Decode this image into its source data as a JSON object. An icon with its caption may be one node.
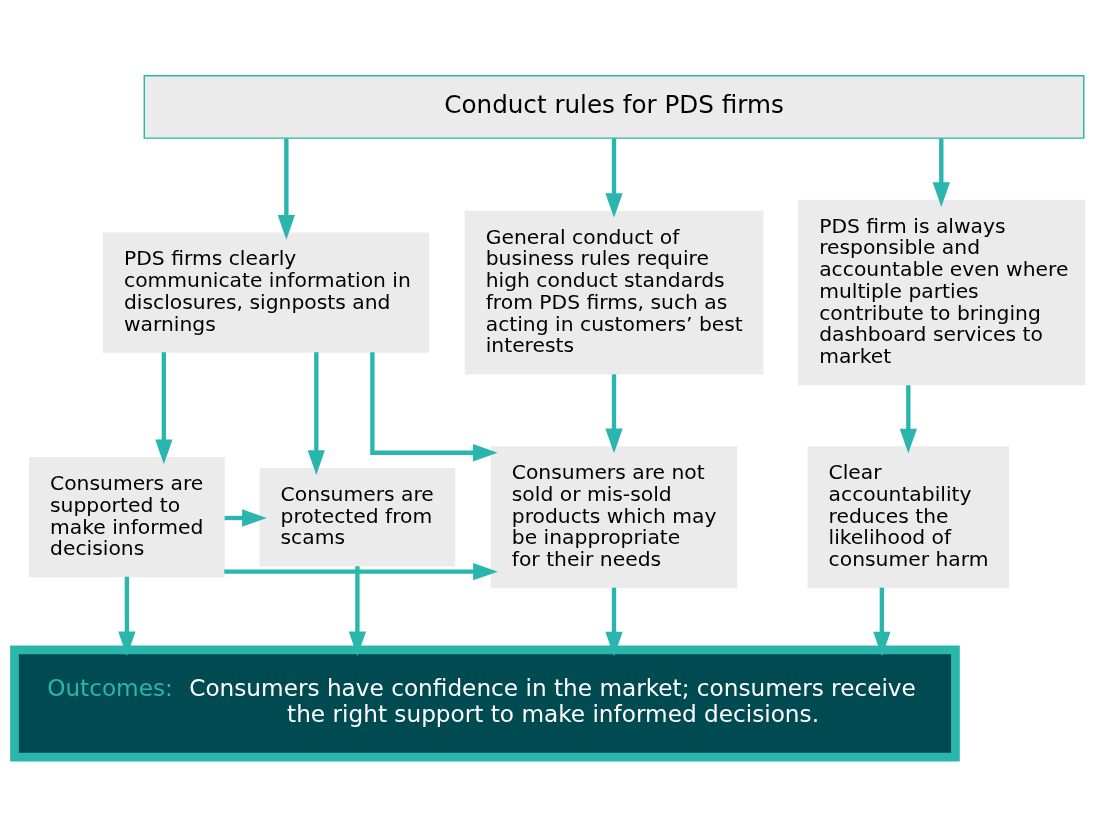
{
  "diagram": {
    "nodes": [
      {
        "text": [
          "Conduct rules for PDS firms"
        ]
      },
      {
        "text": [
          "General conduct of business rules require high conduct standards from PDS firms, such as acting in customers’ best interests"
        ]
      },
      {
        "text": [
          "PDS firms clearly communicate information in disclosures, signposts and warnings"
        ]
      },
      {
        "text": [
          "PDS firm is always responsible and accountable even where multiple parties contribute to bringing dashboard services to market"
        ]
      },
      {
        "text": [
          "Consumers are not sold or mis-sold products which may be inappropriate for their needs"
        ]
      },
      {
        "text": [
          "Consumers are supported to make informed decisions"
        ]
      },
      {
        "text": [
          "Consumers are protected from scams"
        ]
      },
      {
        "text": [
          "Clear accountability reduces the likelihood of consumer harm"
        ]
      },
      {
        "text": [
          "Outcomes:",
          "Consumers have confidence in the market; consumers receive the right support to make informed decisions."
        ]
      }
    ],
    "edges": [
      {
        "from": 0,
        "to": 1,
        "arrow": "to"
      },
      {
        "from": 0,
        "to": 2,
        "arrow": "to"
      },
      {
        "from": 0,
        "to": 3,
        "arrow": "to"
      },
      {
        "from": 1,
        "to": 4,
        "arrow": "to"
      },
      {
        "from": 2,
        "to": 4,
        "arrow": "to"
      },
      {
        "from": 2,
        "to": 5,
        "arrow": "to"
      },
      {
        "from": 2,
        "to": 6,
        "arrow": "to"
      },
      {
        "from": 3,
        "to": 7,
        "arrow": "to"
      },
      {
        "from": 5,
        "to": 4,
        "arrow": "to"
      },
      {
        "from": 5,
        "to": 6,
        "arrow": "to"
      },
      {
        "from": 4,
        "to": 8,
        "arrow": "to"
      },
      {
        "from": 5,
        "to": 8,
        "arrow": "to"
      },
      {
        "from": 6,
        "to": 8,
        "arrow": "to"
      },
      {
        "from": 7,
        "to": 8,
        "arrow": "to"
      }
    ]
  }
}
